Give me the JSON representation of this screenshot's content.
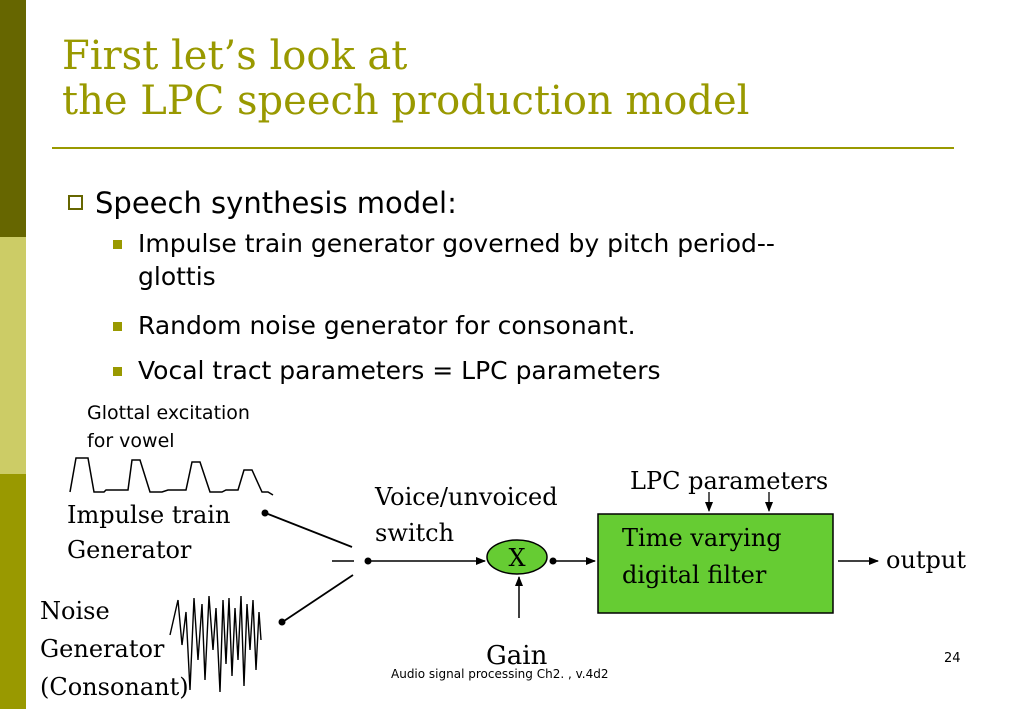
{
  "title": {
    "line1": "First let’s look at",
    "line2": "the LPC speech production model"
  },
  "bullet": "Speech synthesis model:",
  "subbullets": {
    "b1_line1": "Impulse train generator governed by pitch period--",
    "b1_line2": "glottis",
    "b2": "Random noise generator for consonant.",
    "b3": "Vocal tract parameters = LPC parameters"
  },
  "diagram": {
    "glottal_line1": "Glottal excitation",
    "glottal_line2": "for vowel",
    "impulse_line1": "Impulse train",
    "impulse_line2": "Generator",
    "noise_line1": "Noise",
    "noise_line2": "Generator",
    "noise_line3": "(Consonant)",
    "switch_line1": "Voice/unvoiced",
    "switch_line2": "switch",
    "multiplier": "X",
    "gain": "Gain",
    "lpc_params": "LPC parameters",
    "filter_line1": "Time varying",
    "filter_line2": "digital filter",
    "output": "output",
    "filter_color": "#66cc33"
  },
  "footer": "Audio signal processing Ch2. , v.4d2",
  "page_number": "24",
  "colors": {
    "accent": "#999900",
    "dark_bar": "#666600",
    "light_bar": "#cccc66"
  }
}
